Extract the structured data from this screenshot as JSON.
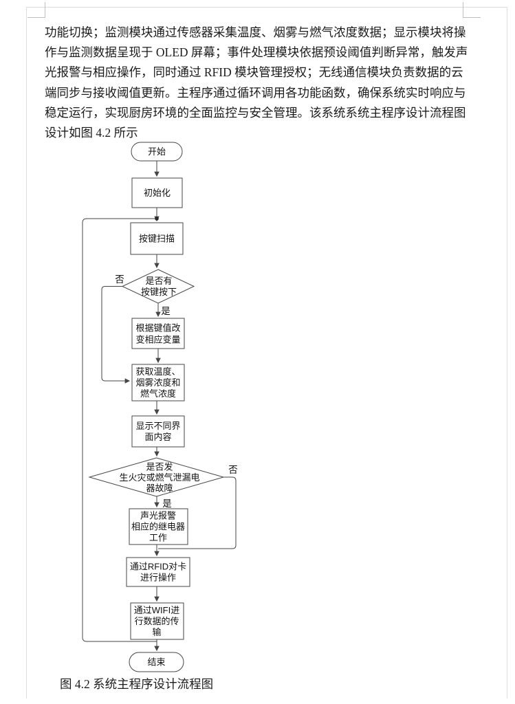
{
  "document": {
    "paragraph_lines": [
      "功能切换；监测模块通过传感器采集温度、烟雾与燃气浓度数据；显示模块将操",
      "作与监测数据呈现于 OLED 屏幕；事件处理模块依据预设阈值判断异常，触发声",
      "光报警与相应操作，同时通过 RFID 模块管理授权；无线通信模块负责数据的云",
      "端同步与接收阈值更新。主程序通过循环调用各功能函数，确保系统实时响应与",
      "稳定运行，实现厨房环境的全面监控与安全管理。该系统系统主程序设计流程图",
      "设计如图 4.2 所示"
    ],
    "caption": "图 4.2 系统主程序设计流程图"
  },
  "flowchart": {
    "start": {
      "label": "开始"
    },
    "init": {
      "label": "初始化"
    },
    "key_scan": {
      "label": "按键扫描"
    },
    "key_decision": {
      "lines": [
        "是否有",
        "按键按下"
      ]
    },
    "change_var": {
      "lines": [
        "根据键值改",
        "变相应变量"
      ]
    },
    "acquire": {
      "lines": [
        "获取温度、",
        "烟雾浓度和",
        "燃气浓度"
      ]
    },
    "display": {
      "lines": [
        "显示不同界",
        "面内容"
      ]
    },
    "alarm_decision": {
      "lines": [
        "是否发",
        "生火灾或燃气泄漏电",
        "器故障"
      ]
    },
    "alarm": {
      "lines": [
        "声光报警",
        "相应的继电器",
        "工作"
      ]
    },
    "rfid": {
      "lines": [
        "通过RFID对卡",
        "进行操作"
      ]
    },
    "wifi": {
      "lines": [
        "通过WIFI进",
        "行数据的传",
        "输"
      ]
    },
    "end": {
      "label": "结束"
    },
    "edge_labels": {
      "no1": "否",
      "yes1": "是",
      "no2": "否",
      "yes2": "是"
    }
  },
  "colors": {
    "page_background": "#ffffff",
    "flowchart_line": "#454545",
    "text": "#1b1b1b",
    "margin_mark": "#bdbdbd"
  }
}
